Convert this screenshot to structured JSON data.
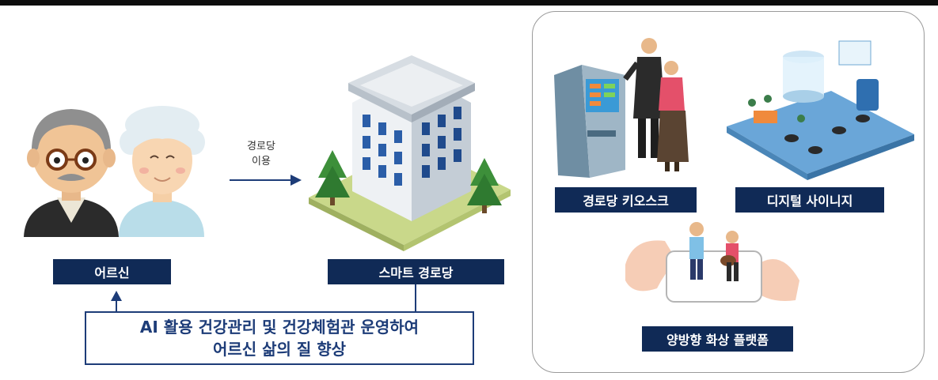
{
  "header": {
    "bar_color": "#0d0d0d"
  },
  "colors": {
    "label_bg": "#102a56",
    "accent": "#1d3c78",
    "arrow": "#1d3c78"
  },
  "left": {
    "elder_label": "어르신",
    "center_label": "스마트 경로당",
    "arrow_text_line1": "경로당",
    "arrow_text_line2": "이용",
    "summary_line1": "AI 활용 건강관리 및 건강체험관 운영하여",
    "summary_line2": "어르신 삶의 질 향상"
  },
  "right": {
    "kiosk_label": "경로당 키오스크",
    "signage_label": "디지털 사이니지",
    "video_label": "양방향 화상 플랫폼"
  },
  "illustrations": [
    "elderly-couple-illustration",
    "building-illustration",
    "kiosk-illustration",
    "signage-illustration",
    "video-call-illustration"
  ]
}
